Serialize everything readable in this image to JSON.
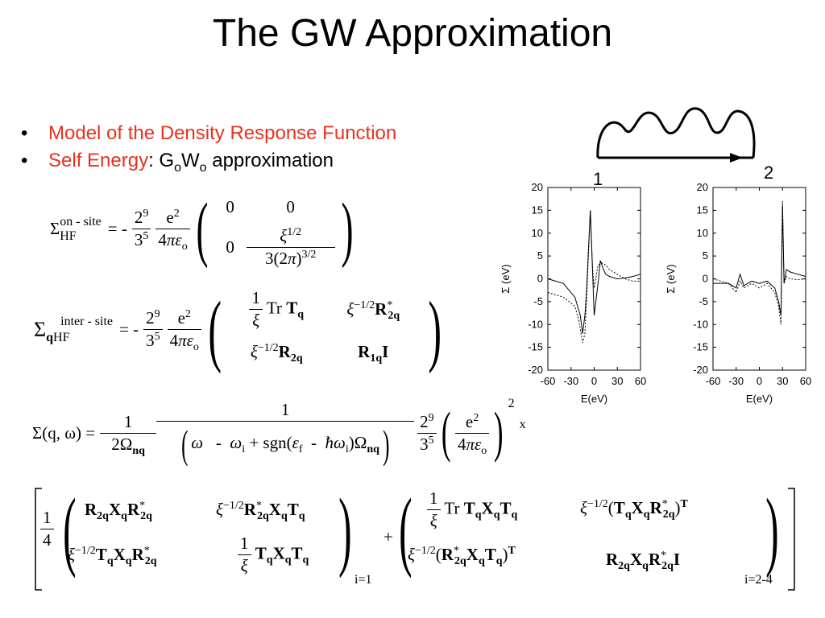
{
  "slide": {
    "title": "The GW Approximation",
    "bullets": [
      {
        "marker": "•",
        "label": "Model of the Density Response Function"
      },
      {
        "marker": "•",
        "label": "Self Energy",
        "rest": ": GₒWₒ approximation"
      }
    ]
  },
  "diagram": {
    "vertex_labels": [
      "1",
      "2"
    ]
  },
  "plots": [
    {
      "ylabel": "Σ (eV)",
      "xlabel": "E(eV)",
      "yticks": [
        "20",
        "15",
        "10",
        "5",
        "0",
        "-5",
        "-10",
        "-15",
        "-20"
      ],
      "xticks": [
        "-60",
        "-30",
        "0",
        "30",
        "60"
      ]
    },
    {
      "ylabel": "Σ (eV)",
      "xlabel": "E(eV)",
      "yticks": [
        "20",
        "15",
        "10",
        "5",
        "0",
        "-5",
        "-10",
        "-15",
        "-20"
      ],
      "xticks": [
        "-60",
        "-30",
        "0",
        "30",
        "60"
      ]
    }
  ],
  "chart_data": [
    {
      "type": "line",
      "xlabel": "E(eV)",
      "ylabel": "Σ (eV)",
      "xlim": [
        -60,
        60
      ],
      "ylim": [
        -20,
        20
      ],
      "series": [
        {
          "x": [
            -60,
            -40,
            -25,
            -18,
            -15,
            -12,
            -10,
            -5,
            0,
            5,
            8,
            10,
            12,
            15,
            20,
            30,
            40,
            50,
            60
          ],
          "y": [
            0,
            -1,
            -4,
            -8,
            -12,
            -8,
            -3,
            15,
            -8,
            -1,
            4,
            3,
            2,
            1,
            0.5,
            0,
            0.2,
            0.5,
            1
          ],
          "style": "solid"
        },
        {
          "x": [
            -60,
            -40,
            -25,
            -20,
            -18,
            -15,
            -12,
            -10,
            -5,
            -2,
            0,
            5,
            10,
            15,
            20,
            30,
            40,
            50,
            60
          ],
          "y": [
            -3,
            -4,
            -6,
            -9,
            -11,
            -14,
            -12,
            -5,
            15,
            2,
            -2,
            3,
            3.5,
            3,
            2,
            1,
            0,
            -0.5,
            -0.5
          ],
          "style": "dotted"
        }
      ]
    },
    {
      "type": "line",
      "xlabel": "E(eV)",
      "ylabel": "Σ (eV)",
      "xlim": [
        -60,
        60
      ],
      "ylim": [
        -20,
        20
      ],
      "series": [
        {
          "x": [
            -60,
            -40,
            -30,
            -25,
            -20,
            -10,
            0,
            10,
            20,
            25,
            28,
            30,
            32,
            35,
            40,
            50,
            60
          ],
          "y": [
            -1,
            -1,
            -2,
            1,
            -1.5,
            -0.5,
            -1,
            -0.5,
            -2,
            -5,
            -8,
            16,
            -1,
            2,
            1.5,
            1,
            0.5
          ],
          "style": "solid"
        },
        {
          "x": [
            -60,
            -40,
            -30,
            -25,
            -20,
            -10,
            0,
            10,
            20,
            25,
            28,
            30,
            32,
            35,
            40,
            50,
            60
          ],
          "y": [
            0,
            -1,
            -3,
            -0.5,
            -2,
            -1,
            -2,
            -1,
            -3,
            -6,
            -10,
            17,
            -1,
            0.5,
            0,
            -0.2,
            0
          ],
          "style": "dotted"
        }
      ]
    }
  ],
  "equations": {
    "on_site": {
      "lhs_sup": "on - site",
      "lhs_sub": "HF",
      "eq_sign": "= -",
      "c1_num": "2",
      "c1_num_exp": "9",
      "c1_den": "3",
      "c1_den_exp": "5",
      "c2_num": "e",
      "c2_num_exp": "2",
      "c2_den": "4πε",
      "c2_den_sub": "o",
      "m11": "0",
      "m12": "0",
      "m21": "0",
      "m22_num": "ξ",
      "m22_num_exp": "1/2",
      "m22_den": "3(2π)",
      "m22_den_exp": "3/2"
    },
    "inter_site": {
      "lhs_sup": "inter - site",
      "lhs_sum_sub": "q",
      "lhs_sub": "HF",
      "eq_sign": "= -",
      "c1_num": "2",
      "c1_num_exp": "9",
      "c1_den": "3",
      "c1_den_exp": "5",
      "c2_num": "e",
      "c2_num_exp": "2",
      "c2_den": "4πε",
      "c2_den_sub": "o",
      "m11_frac_num": "1",
      "m11_frac_den": "ξ",
      "m11_tr": "Tr",
      "m11_T": "T",
      "m11_q": "q",
      "m12_xi": "ξ",
      "m12_exp": "−1/2",
      "m12_R": "R",
      "m12_sub": "2q",
      "m12_star": "*",
      "m21_xi": "ξ",
      "m21_exp": "−1/2",
      "m21_R": "R",
      "m21_sub": "2q",
      "m22_R": "R",
      "m22_sub": "1q",
      "m22_I": "I"
    },
    "sigma": {
      "lhs": "Σ(q, ω) =",
      "f1_num": "1",
      "f1_den": "2Ω",
      "f1_den_sub": "nq",
      "f2_num": "1",
      "f2_den": "ω   -  ω",
      "f2_den_i": "i",
      "f2_den_mid": " + sgn(ε",
      "f2_den_f": "f",
      "f2_den_mid2": "  -  ħω",
      "f2_den_i2": "i",
      "f2_den_end": ")Ω",
      "f2_den_sub": "nq",
      "c1_num": "2",
      "c1_num_exp": "9",
      "c1_den": "3",
      "c1_den_exp": "5",
      "c2_num": "e",
      "c2_num_exp": "2",
      "c2_den": "4πε",
      "c2_den_sub": "o",
      "paren_exp": "2",
      "x": "x"
    },
    "big": {
      "pre_num": "1",
      "pre_den": "4",
      "a11": "R",
      "a11_sub": "2q",
      "a11_b": "X",
      "a11_b_sub": "q",
      "a11_c": "R",
      "a11_c_sub": "2q",
      "a11_star": "*",
      "a12_xi": "ξ",
      "a12_exp": "−1/2",
      "a12_R": "R",
      "a12_star": "*",
      "a12_sub": "2q",
      "a12_rest": "X",
      "a12_rest_sub": "q",
      "a12_T": "T",
      "a12_T_sub": "q",
      "a21_xi": "ξ",
      "a21_exp": "−1/2",
      "a21_T": "T",
      "a21_X": "X",
      "a21_R": "R",
      "a21_star": "*",
      "a21_sub": "2q",
      "a21_q": "q",
      "a22_num": "1",
      "a22_den": "ξ",
      "a22_T": "T",
      "a22_X": "X",
      "a22_q": "q",
      "a_sub": "i=1",
      "plus": "+",
      "b11_num": "1",
      "b11_den": "ξ",
      "b11_tr": "Tr",
      "b11_T": "T",
      "b11_X": "X",
      "b11_q": "q",
      "b12_xi": "ξ",
      "b12_exp": "−1/2",
      "b12_T": "T",
      "b12_X": "X",
      "b12_R": "R",
      "b12_star": "*",
      "b12_sub": "2q",
      "b12_q": "q",
      "b12_exp2": "T",
      "b21_xi": "ξ",
      "b21_exp": "−1/2",
      "b21_R": "R",
      "b21_star": "*",
      "b21_sub": "2q",
      "b21_X": "X",
      "b21_T": "T",
      "b21_q": "q",
      "b21_exp2": "T",
      "b22_R": "R",
      "b22_sub": "2q",
      "b22_X": "X",
      "b22_q": "q",
      "b22_R2": "R",
      "b22_star": "*",
      "b22_I": "I",
      "b_sub": "i=2-4"
    }
  }
}
